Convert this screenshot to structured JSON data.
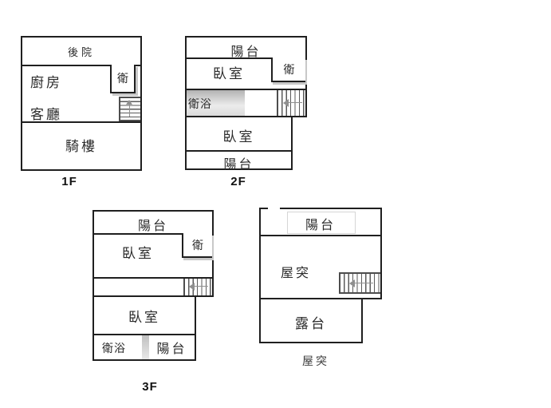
{
  "colors": {
    "wall": "#1f1f1f",
    "shadow": "#c8c8c8",
    "text": "#2b2b2b",
    "background": "#ffffff"
  },
  "plans": {
    "f1": {
      "label": "1F",
      "rooms": {
        "backyard": "後院",
        "kitchen": "廚房",
        "bath": "衛",
        "living": "客廳",
        "arcade": "騎樓"
      }
    },
    "f2": {
      "label": "2F",
      "rooms": {
        "balcony_top": "陽台",
        "bedroom_top": "臥室",
        "bath": "衛",
        "bathroom": "衛浴",
        "bedroom_bottom": "臥室",
        "balcony_bottom": "陽台"
      }
    },
    "f3": {
      "label": "3F",
      "rooms": {
        "balcony_top": "陽台",
        "bedroom_top": "臥室",
        "bath": "衛",
        "bedroom_bottom": "臥室",
        "bathroom": "衛浴",
        "balcony_bottom": "陽台"
      }
    },
    "roof": {
      "label": "屋突",
      "rooms": {
        "balcony": "陽台",
        "penthouse": "屋突",
        "terrace": "露台"
      }
    }
  }
}
